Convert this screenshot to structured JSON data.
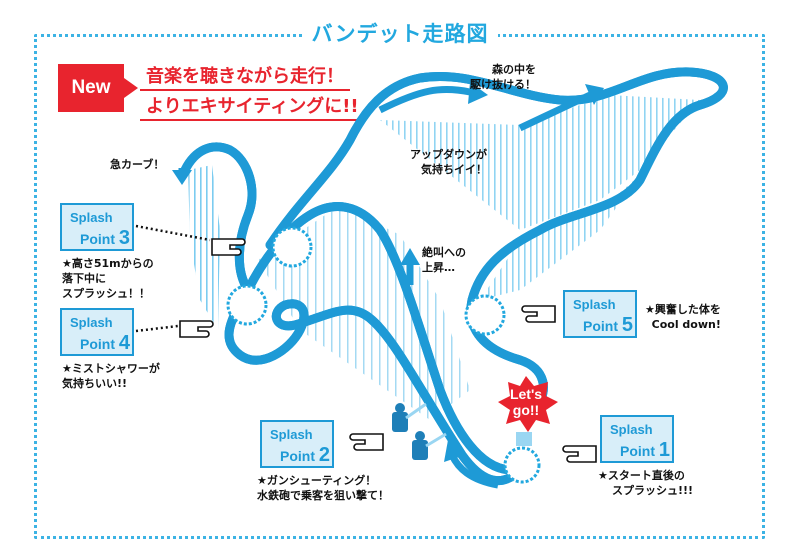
{
  "title": "バンデット走路図",
  "badge": "New",
  "headline_1": "音楽を聴きながら走行！",
  "headline_2": "よりエキサイティングに!!",
  "notes": {
    "forest": [
      "森の中を",
      "駆け抜ける！"
    ],
    "updown": [
      "アップダウンが",
      "気持ちイイ！"
    ],
    "curve": "急カーブ！",
    "climb": [
      "絶叫への",
      "上昇…"
    ]
  },
  "splash_label_1": "Splash",
  "splash_label_2": "Point",
  "splash_points": [
    {
      "num": "1",
      "desc": [
        "★スタート直後の",
        "スプラッシュ!!!"
      ]
    },
    {
      "num": "2",
      "desc": [
        "★ガンシューティング！",
        "水鉄砲で乗客を狙い撃て！"
      ]
    },
    {
      "num": "3",
      "desc": [
        "★高さ51mからの",
        "落下中に",
        "スプラッシュ！！"
      ]
    },
    {
      "num": "4",
      "desc": [
        "★ミストシャワーが",
        "気持ちいい!!"
      ]
    },
    {
      "num": "5",
      "desc": [
        "★興奮した体を",
        "Cool down!"
      ]
    }
  ],
  "letsgo": [
    "Let's",
    "go!!"
  ],
  "colors": {
    "track": "#4ab8e8",
    "track_dark": "#1e9ad6",
    "red": "#e8242e",
    "frame": "#3cb3e4"
  },
  "icons": [
    "pointing-hand-icon",
    "splash-icon",
    "arrow-icon",
    "water-gun-figure-icon"
  ]
}
